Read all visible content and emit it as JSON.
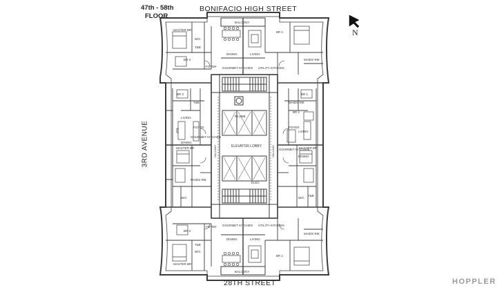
{
  "floor_range": "47th - 58th",
  "floor_word": "FLOOR",
  "streets": {
    "north": "BONIFACIO HIGH STREET",
    "south": "28TH STREET",
    "west": "3RD AVENUE"
  },
  "compass": "N",
  "watermark": "HOPPLER",
  "rooms": {
    "balcony": "BALCONY",
    "master_br": "MASTER BR",
    "br1": "BR 1",
    "br2": "BR 2",
    "br3": "BR 3",
    "dining": "DINING",
    "living": "LIVING",
    "gourmet_kitchen": "GOURMET KITCHEN",
    "utility_kitchen": "UTILITY KITCHEN",
    "maids_rm": "MAIDS RM",
    "foyer": "FOYER",
    "wic": "W/C",
    "tb": "T&B",
    "elevator_lobby": "ELEVATOR LOBBY",
    "hallway": "HALLWAY",
    "plumb": "PLUMB",
    "elec": "ELEC"
  }
}
